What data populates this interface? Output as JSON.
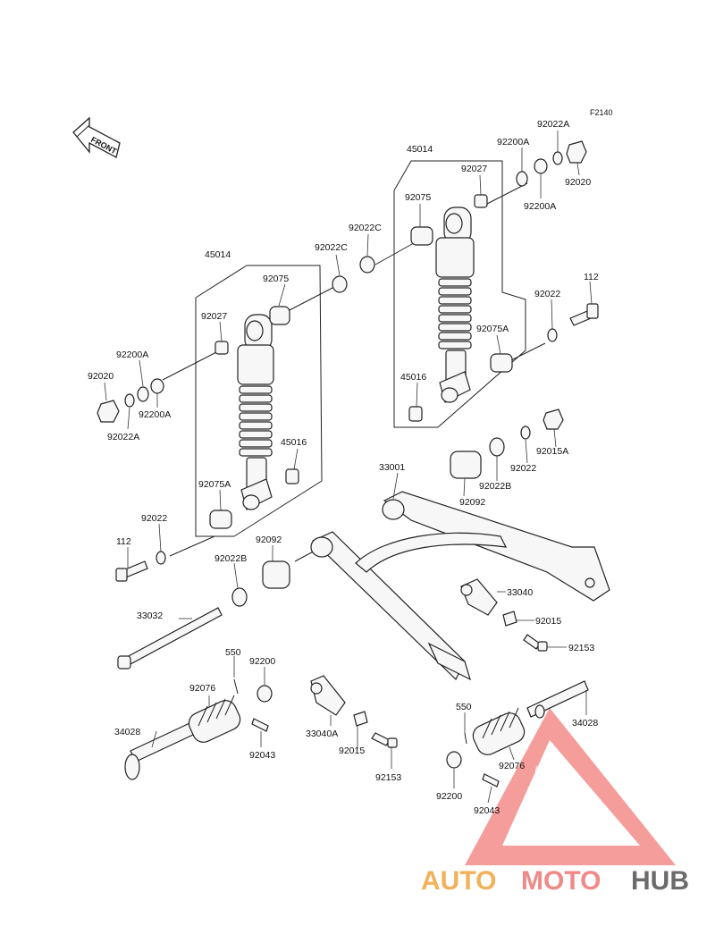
{
  "figure_code": "F2140",
  "front_label": "FRONT",
  "labels": {
    "l45014_left": "45014",
    "l45014_right": "45014",
    "l92075_left": "92075",
    "l92075_right": "92075",
    "l92027_left": "92027",
    "l92027_right": "92027",
    "l92200A_l1": "92200A",
    "l92200A_l2": "92200A",
    "l92200A_r1": "92200A",
    "l92200A_r2": "92200A",
    "l92020_left": "92020",
    "l92020_right": "92020",
    "l92022A_left": "92022A",
    "l92022A_right": "92022A",
    "l92022C_1": "92022C",
    "l92022C_2": "92022C",
    "l45016_left": "45016",
    "l45016_right": "45016",
    "l92075A_left": "92075A",
    "l92075A_right": "92075A",
    "l92022_left": "92022",
    "l92022_right": "92022",
    "l92022_mid": "92022",
    "l112_left": "112",
    "l112_right": "112",
    "l92092_left": "92092",
    "l92092_right": "92092",
    "l92022B_left": "92022B",
    "l92022B_right": "92022B",
    "l33001": "33001",
    "l92015A": "92015A",
    "l33040": "33040",
    "l92015_right": "92015",
    "l92153_right": "92153",
    "l33032": "33032",
    "l550_left": "550",
    "l550_right": "550",
    "l92200_left": "92200",
    "l92200_right": "92200",
    "l92076_left": "92076",
    "l92076_right": "92076",
    "l34028_left": "34028",
    "l34028_right": "34028",
    "l92043_left": "92043",
    "l92043_right": "92043",
    "l33040A": "33040A",
    "l92015_bottom": "92015",
    "l92153_bottom": "92153"
  },
  "watermark": {
    "part1": "AUTO",
    "part2": "MOTO",
    "part3": "HUB",
    "color1": "#f2b15a",
    "color2": "#ef8a88",
    "color3": "#6b6b6b",
    "triangle_color": "#f07c7a"
  }
}
